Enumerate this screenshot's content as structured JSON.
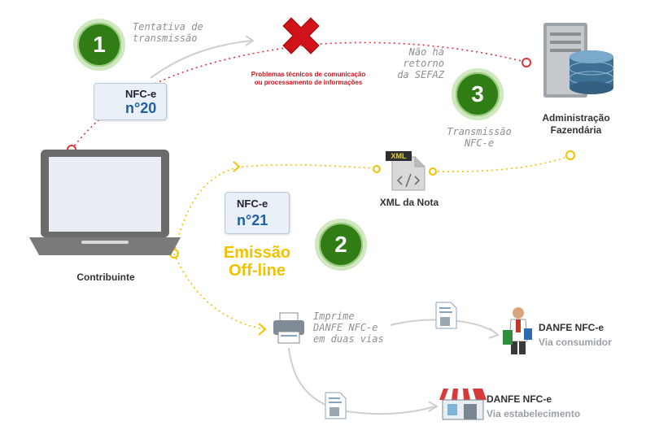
{
  "steps": {
    "one": "1",
    "two": "2",
    "three": "3"
  },
  "notes": {
    "tentativa_l1": "Tentativa de",
    "tentativa_l2": "transmissão",
    "nao_ha_l1": "Não há retorno",
    "nao_ha_l2": "da SEFAZ",
    "transmissao_l1": "Transmissão",
    "transmissao_l2": "NFC-e",
    "imprime_l1": "Imprime",
    "imprime_l2": "DANFE NFC-e",
    "imprime_l3": "em duas vias"
  },
  "problem": {
    "line1": "Problemas técnicos de comunicação",
    "line2": "ou processamento de informações"
  },
  "card20": {
    "label": "NFC-e",
    "number": "n°20"
  },
  "card21": {
    "label": "NFC-e",
    "number": "n°21"
  },
  "admin": {
    "line1": "Administração",
    "line2": "Fazendária"
  },
  "contribuinte": "Contribuinte",
  "xml": {
    "badge": "XML",
    "label": "XML da Nota"
  },
  "offline": {
    "line1": "Emissão",
    "line2": "Off-line"
  },
  "consumer": {
    "title": "DANFE NFC-e",
    "sub": "Via consumidor"
  },
  "store": {
    "title": "DANFE NFC-e",
    "sub": "Via estabelecimento"
  },
  "colors": {
    "green": "#2f7d14",
    "yellow": "#f2c200",
    "red": "#d1121b",
    "blue": "#1d5fa8"
  }
}
